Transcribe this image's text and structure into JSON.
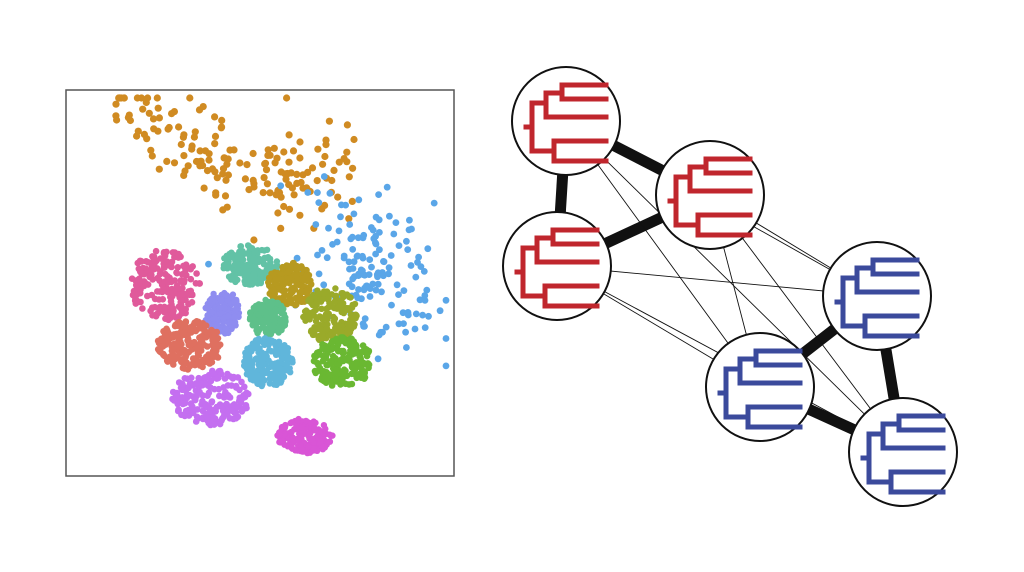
{
  "colors": {
    "background": "#ffffff",
    "frame": "#555555",
    "edge": "#111111",
    "node_stroke": "#111111",
    "node_fill": "#ffffff",
    "tree_red": "#c0262d",
    "tree_blue": "#3b4a9c"
  },
  "scatter": {
    "clusters": [
      {
        "name": "orange",
        "color": "#d08b22",
        "points": 170
      },
      {
        "name": "light-blue",
        "color": "#5aa6e8",
        "points": 150
      },
      {
        "name": "pink",
        "color": "#e05a9b",
        "points": 190
      },
      {
        "name": "teal",
        "color": "#62c2a6",
        "points": 170
      },
      {
        "name": "mustard",
        "color": "#b79a20",
        "points": 170
      },
      {
        "name": "olive",
        "color": "#9aaa2a",
        "points": 170
      },
      {
        "name": "periwinkle",
        "color": "#8f8df0",
        "points": 160
      },
      {
        "name": "mint",
        "color": "#5ec08a",
        "points": 150
      },
      {
        "name": "salmon",
        "color": "#df7060",
        "points": 200
      },
      {
        "name": "sky",
        "color": "#60b6db",
        "points": 190
      },
      {
        "name": "green",
        "color": "#6ab832",
        "points": 190
      },
      {
        "name": "violet",
        "color": "#c46ff0",
        "points": 190
      },
      {
        "name": "magenta",
        "color": "#d955d6",
        "points": 170
      }
    ]
  },
  "network": {
    "nodes": [
      {
        "id": "r1",
        "group": "red"
      },
      {
        "id": "r2",
        "group": "red"
      },
      {
        "id": "r3",
        "group": "red"
      },
      {
        "id": "b1",
        "group": "blue"
      },
      {
        "id": "b2",
        "group": "blue"
      },
      {
        "id": "b3",
        "group": "blue"
      }
    ],
    "edges": [
      {
        "from": "r1",
        "to": "r2",
        "weight": "strong"
      },
      {
        "from": "r1",
        "to": "r3",
        "weight": "strong"
      },
      {
        "from": "r2",
        "to": "r3",
        "weight": "strong"
      },
      {
        "from": "b1",
        "to": "b2",
        "weight": "strong"
      },
      {
        "from": "b1",
        "to": "b3",
        "weight": "strong"
      },
      {
        "from": "b2",
        "to": "b3",
        "weight": "strong"
      },
      {
        "from": "r1",
        "to": "b1",
        "weight": "weak"
      },
      {
        "from": "r1",
        "to": "b2",
        "weight": "weak"
      },
      {
        "from": "r1",
        "to": "b3",
        "weight": "weak"
      },
      {
        "from": "r2",
        "to": "b1",
        "weight": "weak"
      },
      {
        "from": "r2",
        "to": "b2",
        "weight": "weak"
      },
      {
        "from": "r2",
        "to": "b3",
        "weight": "weak"
      },
      {
        "from": "r3",
        "to": "b1",
        "weight": "weak"
      },
      {
        "from": "r3",
        "to": "b2",
        "weight": "weak"
      },
      {
        "from": "r3",
        "to": "b3",
        "weight": "weak"
      }
    ]
  }
}
